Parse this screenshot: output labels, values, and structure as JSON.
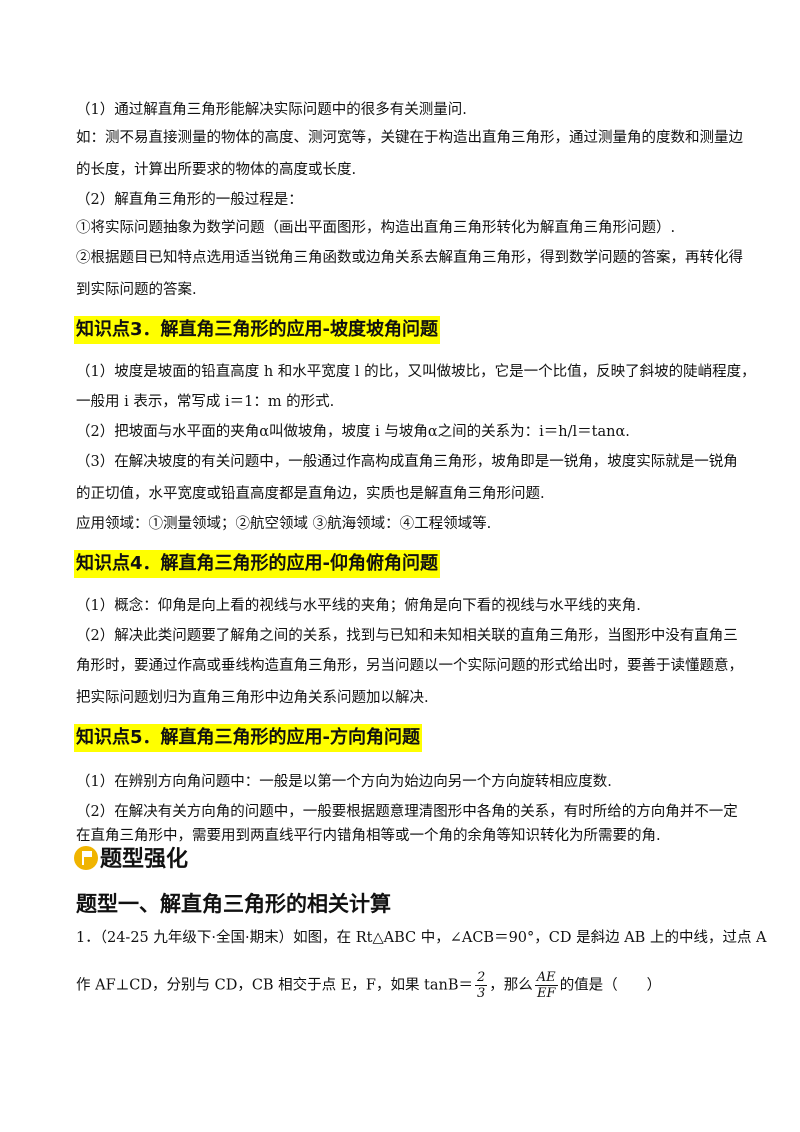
{
  "block1": {
    "l1": "（1）通过解直角三角形能解决实际问题中的很多有关测量问.",
    "l2": "如：测不易直接测量的物体的高度、测河宽等，关键在于构造出直角三角形，通过测量角的度数和测量边",
    "l3": "的长度，计算出所要求的物体的高度或长度.",
    "l4": "（2）解直角三角形的一般过程是：",
    "l5": "①将实际问题抽象为数学问题（画出平面图形，构造出直角三角形转化为解直角三角形问题）.",
    "l6": "②根据题目已知特点选用适当锐角三角函数或边角关系去解直角三角形，得到数学问题的答案，再转化得",
    "l7": "到实际问题的答案."
  },
  "k3": {
    "title": "知识点3．解直角三角形的应用-坡度坡角问题",
    "l1": "（1）坡度是坡面的铅直高度 h 和水平宽度 l 的比，又叫做坡比，它是一个比值，反映了斜坡的陡峭程度，",
    "l2": "一般用 i 表示，常写成 i＝1：m 的形式.",
    "l3": "（2）把坡面与水平面的夹角α叫做坡角，坡度 i 与坡角α之间的关系为：i＝h/l＝tanα.",
    "l4": "（3）在解决坡度的有关问题中，一般通过作高构成直角三角形，坡角即是一锐角，坡度实际就是一锐角",
    "l5": "的正切值，水平宽度或铅直高度都是直角边，实质也是解直角三角形问题.",
    "l6": "应用领域：①测量领域；②航空领域   ③航海领域：④工程领域等."
  },
  "k4": {
    "title": "知识点4．解直角三角形的应用-仰角俯角问题",
    "l1": "（1）概念：仰角是向上看的视线与水平线的夹角；俯角是向下看的视线与水平线的夹角.",
    "l2": "（2）解决此类问题要了解角之间的关系，找到与已知和未知相关联的直角三角形，当图形中没有直角三",
    "l3": "角形时，要通过作高或垂线构造直角三角形，另当问题以一个实际问题的形式给出时，要善于读懂题意，",
    "l4": "把实际问题划归为直角三角形中边角关系问题加以解决."
  },
  "k5": {
    "title": "知识点5．解直角三角形的应用-方向角问题",
    "l1": "（1）在辨别方向角问题中：一般是以第一个方向为始边向另一个方向旋转相应度数.",
    "l2": "（2）在解决有关方向角的问题中，一般要根据题意理清图形中各角的关系，有时所给的方向角并不一定",
    "l3": "在直角三角形中，需要用到两直线平行内错角相等或一个角的余角等知识转化为所需要的角."
  },
  "section": {
    "strengthen": "题型强化",
    "type1": "题型一、解直角三角形的相关计算"
  },
  "q1": {
    "prefix": "1．（24-25 九年级下·全国·期末）如图，在 Rt△ABC 中，∠ACB＝90°，CD 是斜边 AB 上的中线，过点 A",
    "line2_a": "作 AF⊥CD，分别与 CD，CB 相交于点 E，F，如果 tanB＝",
    "tan_num": "2",
    "tan_den": "3",
    "line2_b": "，那么",
    "ratio_num": "AE",
    "ratio_den": "EF",
    "line2_c": "的值是（　　）"
  }
}
